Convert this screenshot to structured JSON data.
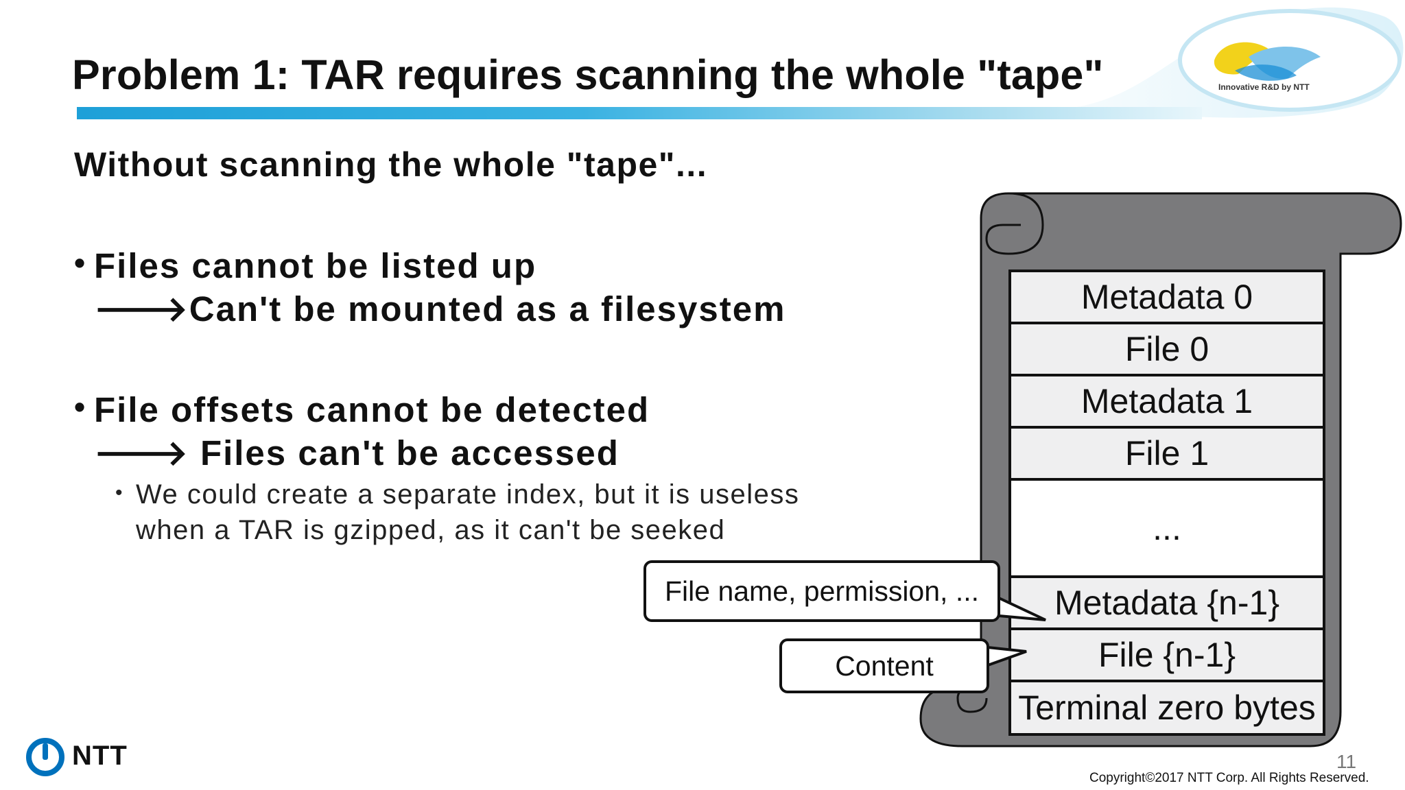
{
  "slide": {
    "title": "Problem 1: TAR requires scanning the whole \"tape\"",
    "subtitle": "Without scanning the whole \"tape\"...",
    "bullets": [
      {
        "line1": "Files cannot be listed up",
        "line2": "Can't be mounted as a filesystem"
      },
      {
        "line1": "File offsets cannot be detected",
        "line2": "Files can't be accessed"
      }
    ],
    "arrow": "🡒",
    "sub_bullet": {
      "line1": "We could create a separate index, but it is useless",
      "line2": "when a TAR is gzipped, as it can't be seeked"
    },
    "bullet_glyph": "•"
  },
  "diagram": {
    "blocks": [
      "Metadata 0",
      "File 0",
      "Metadata 1",
      "File 1",
      "...",
      "Metadata {n-1}",
      "File {n-1}",
      "Terminal zero bytes"
    ],
    "callout_metadata": "File name, permission, ...",
    "callout_content": "Content"
  },
  "logo": {
    "tagline": "Innovative R&D by NTT"
  },
  "footer": {
    "brand": "NTT",
    "page_number": "11",
    "copyright": "Copyright©2017  NTT Corp. All Rights Reserved."
  },
  "colors": {
    "title_bar": "#1ea0d8",
    "scroll_gray": "#7a7a7c",
    "block_fill": "#efeff0",
    "ntt_blue": "#0071bc"
  }
}
